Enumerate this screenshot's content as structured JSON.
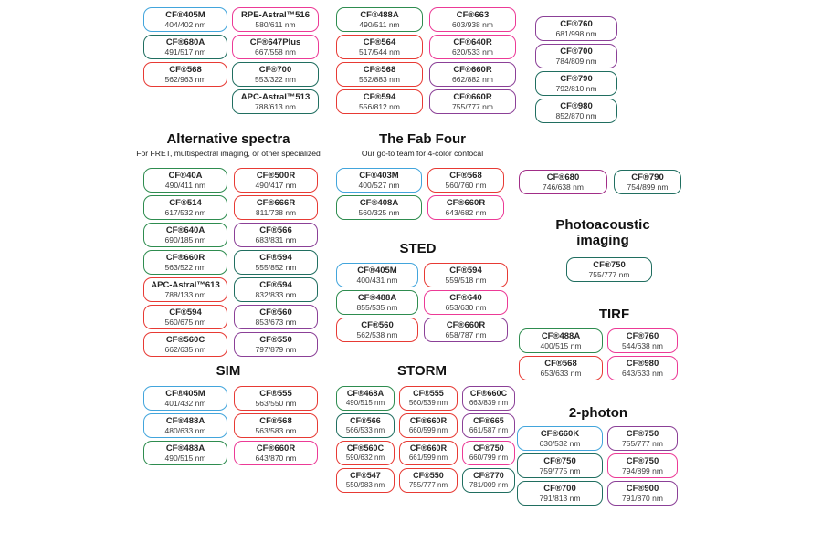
{
  "colors": {
    "blue": "#42a5dc",
    "green": "#2e8c4f",
    "teal": "#206e60",
    "red": "#e73a34",
    "pink": "#ec3a96",
    "purple": "#8b4097",
    "magenta": "#a12d87"
  },
  "sections": {
    "alternative": {
      "title": "Alternative spectra",
      "subtitle": "For FRET, multispectral imaging, or other specialized"
    },
    "fab_four": {
      "title": "The Fab Four",
      "subtitle": "Our go-to team for 4-color confocal"
    },
    "sted": {
      "title": "STED"
    },
    "sim": {
      "title": "SIM"
    },
    "storm": {
      "title": "STORM"
    },
    "photoacoustic": {
      "title": "Photoacoustic imaging"
    },
    "tirf": {
      "title": "TIRF"
    },
    "two_photon": {
      "title": "2-photon"
    }
  },
  "chart_data": {
    "type": "table",
    "groups": {
      "top_col1": [
        {
          "name": "CF®405M",
          "value": "404/402 nm",
          "color": "blue"
        },
        {
          "name": "CF®680A",
          "value": "491/517 nm",
          "color": "teal"
        },
        {
          "name": "CF®568",
          "value": "562/963 nm",
          "color": "red"
        }
      ],
      "top_col2": [
        {
          "name": "RPE-Astral™516",
          "value": "580/611 nm",
          "color": "pink"
        },
        {
          "name": "CF®647Plus",
          "value": "667/558 nm",
          "color": "pink"
        },
        {
          "name": "CF®700",
          "value": "553/322 nm",
          "color": "teal"
        },
        {
          "name": "APC-Astral™513",
          "value": "788/613 nm",
          "color": "teal"
        }
      ],
      "top_col3": [
        {
          "name": "CF®488A",
          "value": "490/511 nm",
          "color": "green"
        },
        {
          "name": "CF®564",
          "value": "517/544 nm",
          "color": "red"
        },
        {
          "name": "CF®568",
          "value": "552/883 nm",
          "color": "red"
        },
        {
          "name": "CF®594",
          "value": "556/812 nm",
          "color": "red"
        }
      ],
      "top_col4": [
        {
          "name": "CF®663",
          "value": "603/938 nm",
          "color": "pink"
        },
        {
          "name": "CF®640R",
          "value": "620/533 nm",
          "color": "pink"
        },
        {
          "name": "CF®660R",
          "value": "662/882 nm",
          "color": "purple"
        },
        {
          "name": "CF®660R",
          "value": "755/777 nm",
          "color": "purple"
        }
      ],
      "top_col5": [
        {
          "name": "CF®760",
          "value": "681/998 nm",
          "color": "purple"
        },
        {
          "name": "CF®700",
          "value": "784/809 nm",
          "color": "purple"
        },
        {
          "name": "CF®790",
          "value": "792/810 nm",
          "color": "teal"
        },
        {
          "name": "CF®980",
          "value": "852/870 nm",
          "color": "teal"
        }
      ],
      "alt_left": [
        {
          "name": "CF®40A",
          "value": "490/411 nm",
          "color": "green"
        },
        {
          "name": "CF®514",
          "value": "617/532 nm",
          "color": "green"
        },
        {
          "name": "CF®640A",
          "value": "690/185 nm",
          "color": "green"
        },
        {
          "name": "CF®660R",
          "value": "563/522 nm",
          "color": "green"
        },
        {
          "name": "APC-Astral™613",
          "value": "788/133 nm",
          "color": "red"
        },
        {
          "name": "CF®594",
          "value": "560/675 nm",
          "color": "red"
        },
        {
          "name": "CF®560C",
          "value": "662/635 nm",
          "color": "red"
        }
      ],
      "alt_right": [
        {
          "name": "CF®500R",
          "value": "490/417 nm",
          "color": "red"
        },
        {
          "name": "CF®666R",
          "value": "811/738 nm",
          "color": "red"
        },
        {
          "name": "CF®566",
          "value": "683/831 nm",
          "color": "purple"
        },
        {
          "name": "CF®594",
          "value": "555/852 nm",
          "color": "teal"
        },
        {
          "name": "CF®594",
          "value": "832/833 nm",
          "color": "teal"
        },
        {
          "name": "CF®560",
          "value": "853/673 nm",
          "color": "purple"
        },
        {
          "name": "CF®550",
          "value": "797/879 nm",
          "color": "purple"
        }
      ],
      "fab_left": [
        {
          "name": "CF®403M",
          "value": "400/527 nm",
          "color": "blue"
        },
        {
          "name": "CF®408A",
          "value": "560/325 nm",
          "color": "green"
        }
      ],
      "fab_right": [
        {
          "name": "CF®568",
          "value": "560/760 nm",
          "color": "red"
        },
        {
          "name": "CF®660R",
          "value": "643/682 nm",
          "color": "pink"
        }
      ],
      "sted_left": [
        {
          "name": "CF®405M",
          "value": "400/431 nm",
          "color": "blue"
        },
        {
          "name": "CF®488A",
          "value": "855/535 nm",
          "color": "green"
        },
        {
          "name": "CF®560",
          "value": "562/538 nm",
          "color": "red"
        }
      ],
      "sted_right": [
        {
          "name": "CF®594",
          "value": "559/518 nm",
          "color": "red"
        },
        {
          "name": "CF®640",
          "value": "653/630 nm",
          "color": "pink"
        },
        {
          "name": "CF®660R",
          "value": "658/787 nm",
          "color": "purple"
        }
      ],
      "sim_left": [
        {
          "name": "CF®405M",
          "value": "401/432 nm",
          "color": "blue"
        },
        {
          "name": "CF®488A",
          "value": "480/633 nm",
          "color": "blue"
        },
        {
          "name": "CF®488A",
          "value": "490/515 nm",
          "color": "green"
        }
      ],
      "sim_right": [
        {
          "name": "CF®555",
          "value": "563/550 nm",
          "color": "red"
        },
        {
          "name": "CF®568",
          "value": "563/583 nm",
          "color": "red"
        },
        {
          "name": "CF®660R",
          "value": "643/870 nm",
          "color": "pink"
        }
      ],
      "storm_col1": [
        {
          "name": "CF®468A",
          "value": "490/515 nm",
          "color": "green"
        },
        {
          "name": "CF®566",
          "value": "566/533 nm",
          "color": "teal"
        },
        {
          "name": "CF®560C",
          "value": "590/632 nm",
          "color": "red"
        },
        {
          "name": "CF®547",
          "value": "550/983 nm",
          "color": "red"
        }
      ],
      "storm_col2": [
        {
          "name": "CF®555",
          "value": "560/539 nm",
          "color": "red"
        },
        {
          "name": "CF®660R",
          "value": "660/599 nm",
          "color": "red"
        },
        {
          "name": "CF®660R",
          "value": "661/599 nm",
          "color": "red"
        },
        {
          "name": "CF®550",
          "value": "755/777 nm",
          "color": "red"
        }
      ],
      "storm_col3": [
        {
          "name": "CF®660C",
          "value": "663/839 nm",
          "color": "purple"
        },
        {
          "name": "CF®665",
          "value": "661/587 nm",
          "color": "purple"
        },
        {
          "name": "CF®750",
          "value": "660/799 nm",
          "color": "pink"
        },
        {
          "name": "CF®770",
          "value": "781/009 nm",
          "color": "teal"
        }
      ],
      "nir_pair": [
        {
          "name": "CF®680",
          "value": "746/638 nm",
          "color": "magenta"
        },
        {
          "name": "CF®790",
          "value": "754/899 nm",
          "color": "teal"
        }
      ],
      "photoacoustic": [
        {
          "name": "CF®750",
          "value": "755/777 nm",
          "color": "teal"
        }
      ],
      "tirf_left": [
        {
          "name": "CF®488A",
          "value": "400/515 nm",
          "color": "green"
        },
        {
          "name": "CF®568",
          "value": "653/633 nm",
          "color": "red"
        }
      ],
      "tirf_right": [
        {
          "name": "CF®760",
          "value": "544/638 nm",
          "color": "pink"
        },
        {
          "name": "CF®980",
          "value": "643/633 nm",
          "color": "pink"
        }
      ],
      "photon_left": [
        {
          "name": "CF®660K",
          "value": "630/532 nm",
          "color": "blue"
        },
        {
          "name": "CF®750",
          "value": "759/775 nm",
          "color": "teal"
        },
        {
          "name": "CF®700",
          "value": "791/813 nm",
          "color": "teal"
        }
      ],
      "photon_right": [
        {
          "name": "CF®750",
          "value": "755/777 nm",
          "color": "purple"
        },
        {
          "name": "CF®750",
          "value": "794/899 nm",
          "color": "pink"
        },
        {
          "name": "CF®900",
          "value": "791/870 nm",
          "color": "purple"
        }
      ]
    }
  }
}
